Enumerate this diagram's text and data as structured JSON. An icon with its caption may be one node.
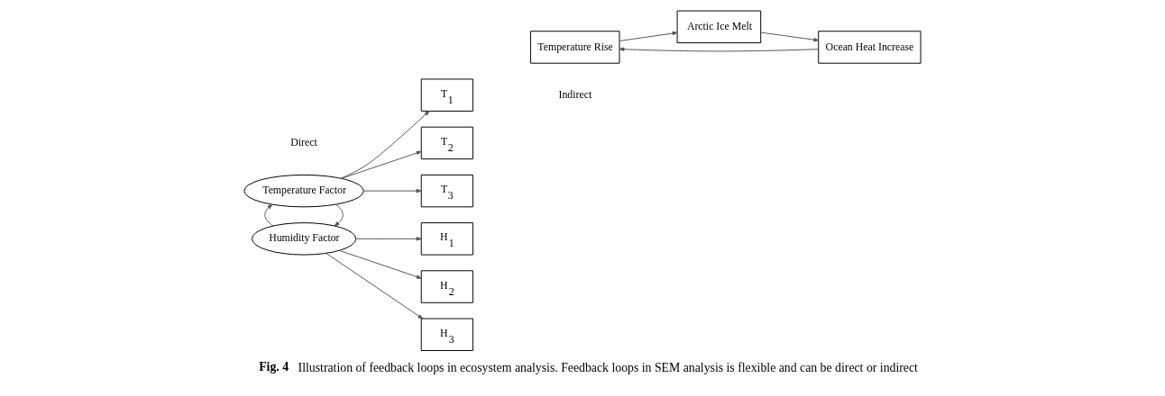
{
  "diagram": {
    "caption": "**Fig. 4** Illustration of feedback loops in ecosystem analysis. Feedback loops in SEM analysis is flexible and can be direct or indirect",
    "nodes": [
      {
        "text": [
          "Temperature Factor"
        ]
      },
      {
        "text": [
          "T$_{1}$"
        ]
      },
      {
        "text": [
          "T$_{2}$"
        ]
      },
      {
        "text": [
          "T$_{3}$"
        ]
      },
      {
        "text": [
          "Humidity Factor"
        ]
      },
      {
        "text": [
          "H$_{1}$"
        ]
      },
      {
        "text": [
          "H$_{2}$"
        ]
      },
      {
        "text": [
          "H$_{3}$"
        ]
      },
      {
        "text": [
          "Temperature Rise"
        ]
      },
      {
        "text": [
          "Ocean Heat Increase"
        ]
      },
      {
        "text": [
          "Arctic Ice Melt"
        ]
      }
    ],
    "edges": [
      {
        "from": 0,
        "to": 1,
        "arrow": "to"
      },
      {
        "from": 0,
        "to": 2,
        "arrow": "to"
      },
      {
        "from": 0,
        "to": 3,
        "arrow": "to"
      },
      {
        "from": 0,
        "to": 4,
        "arrow": "to"
      },
      {
        "from": 4,
        "to": 0,
        "arrow": "to"
      },
      {
        "from": 4,
        "to": 5,
        "arrow": "to"
      },
      {
        "from": 4,
        "to": 6,
        "arrow": "to"
      },
      {
        "from": 4,
        "to": 7,
        "arrow": "to"
      },
      {
        "from": 8,
        "to": 10,
        "arrow": "to"
      },
      {
        "from": 10,
        "to": 9,
        "arrow": "to"
      },
      {
        "from": 9,
        "to": 8,
        "arrow": "to"
      }
    ],
    "labels": [
      "Direct",
      "Indirect"
    ]
  }
}
